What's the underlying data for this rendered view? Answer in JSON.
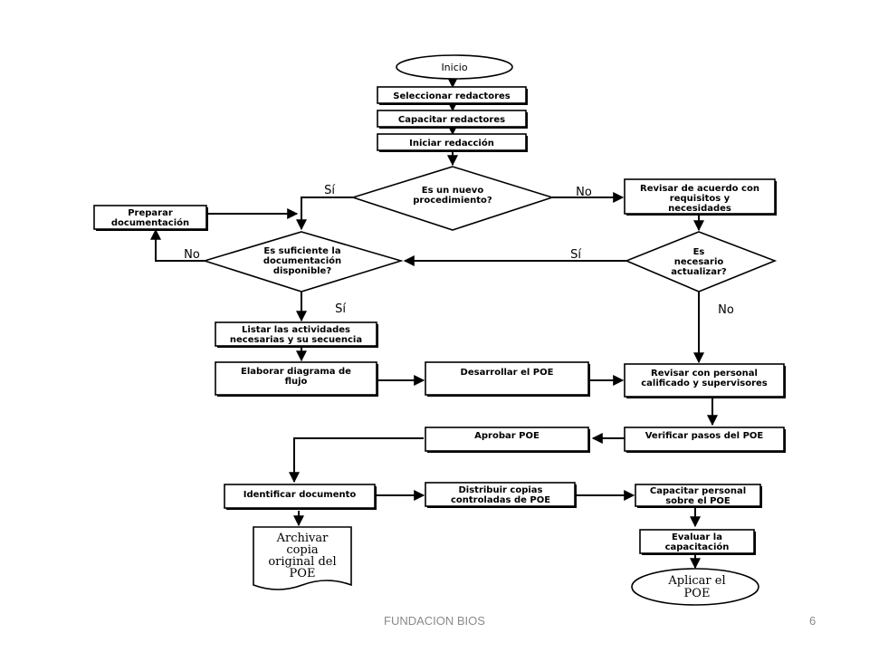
{
  "flowchart": {
    "start": "Inicio",
    "steps": {
      "seleccionar": "Seleccionar redactores",
      "capacitar_redactores": "Capacitar redactores",
      "iniciar": "Iniciar redacción",
      "preparar": [
        "Preparar",
        "documentación"
      ],
      "revisar_acuerdo": [
        "Revisar de acuerdo con",
        "requisitos y",
        "necesidades"
      ],
      "listar": [
        "Listar las actividades",
        "necesarias y su secuencia"
      ],
      "elaborar": [
        "Elaborar diagrama de",
        "flujo"
      ],
      "desarrollar": "Desarrollar el POE",
      "revisar_personal": [
        "Revisar con personal",
        "calificado y supervisores"
      ],
      "aprobar": "Aprobar POE",
      "verificar": "Verificar pasos del POE",
      "identificar": "Identificar documento",
      "distribuir": [
        "Distribuir copias",
        "controladas de POE"
      ],
      "capacitar_personal": [
        "Capacitar personal",
        "sobre el POE"
      ],
      "evaluar": [
        "Evaluar la",
        "capacitación"
      ]
    },
    "decisions": {
      "nuevo": [
        "Es un nuevo",
        "procedimiento?"
      ],
      "suficiente": [
        "Es suficiente la",
        "documentación",
        "disponible?"
      ],
      "actualizar": [
        "Es",
        "necesario",
        "actualizar?"
      ]
    },
    "document": [
      "Archivar",
      "copia",
      "original del",
      "POE"
    ],
    "end": [
      "Aplicar el",
      "POE"
    ],
    "labels": {
      "si": "Sí",
      "no": "No"
    }
  },
  "footer": {
    "org": "FUNDACION BIOS",
    "page": "6"
  }
}
